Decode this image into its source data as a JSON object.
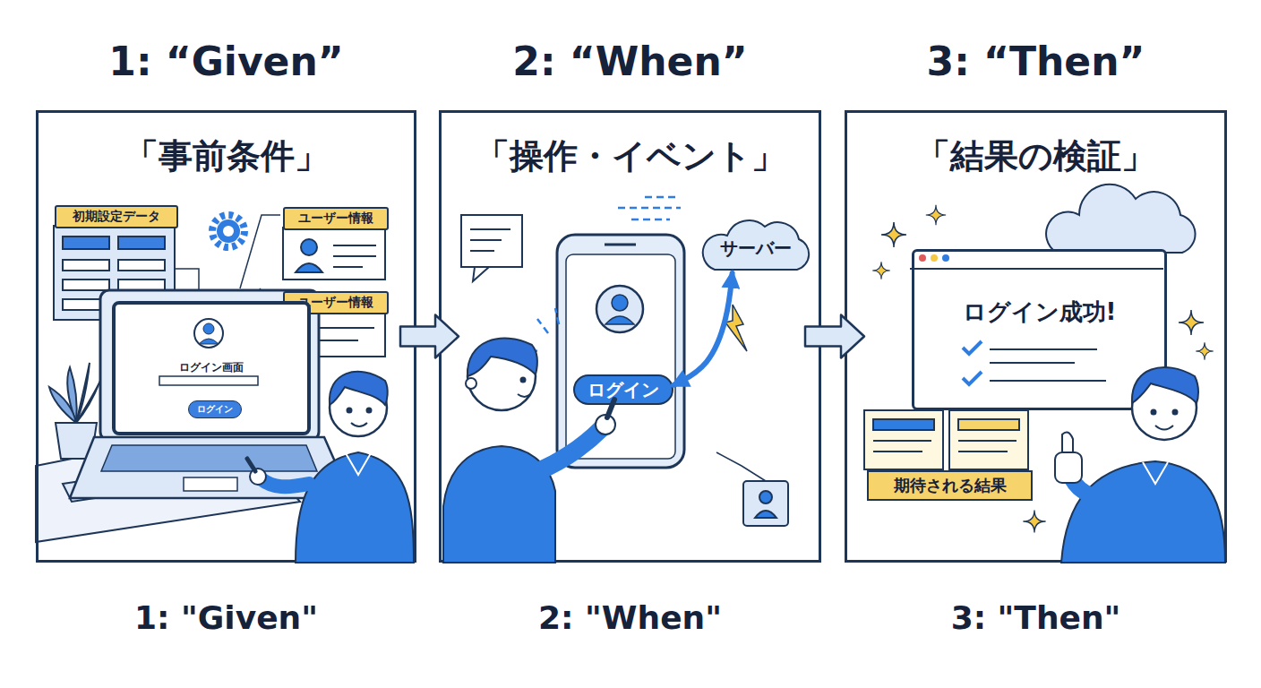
{
  "diagram": {
    "nodes": [
      {
        "text": [
          "1: “Given”",
          "「事前条件」",
          "1: \"Given\""
        ]
      },
      {
        "text": [
          "初期設定データ"
        ],
        "in": 0
      },
      {
        "text": [
          "ユーザー情報"
        ],
        "in": 0
      },
      {
        "text": [
          "ユーザー情報"
        ],
        "in": 0
      },
      {
        "text": [
          "ログイン画面"
        ],
        "in": 0
      },
      {
        "text": [
          "ログイン"
        ],
        "in": 4
      },
      {
        "text": [
          "2: “When”",
          "「操作・イベント」",
          "2: \"When\""
        ]
      },
      {
        "text": [
          "ログイン"
        ],
        "in": 6
      },
      {
        "text": [
          "サーバー"
        ],
        "in": 6
      },
      {
        "text": [
          "3: “Then”",
          "「結果の検証」",
          "3: \"Then\""
        ]
      },
      {
        "text": [
          "ログイン成功!"
        ],
        "in": 9
      },
      {
        "text": [
          "期待される結果"
        ],
        "in": 9
      }
    ],
    "edges": [
      {
        "from": 0,
        "to": 6,
        "arrow": "to"
      },
      {
        "from": 6,
        "to": 9,
        "arrow": "to"
      },
      {
        "from": 7,
        "to": 8,
        "arrow": "both"
      }
    ]
  }
}
